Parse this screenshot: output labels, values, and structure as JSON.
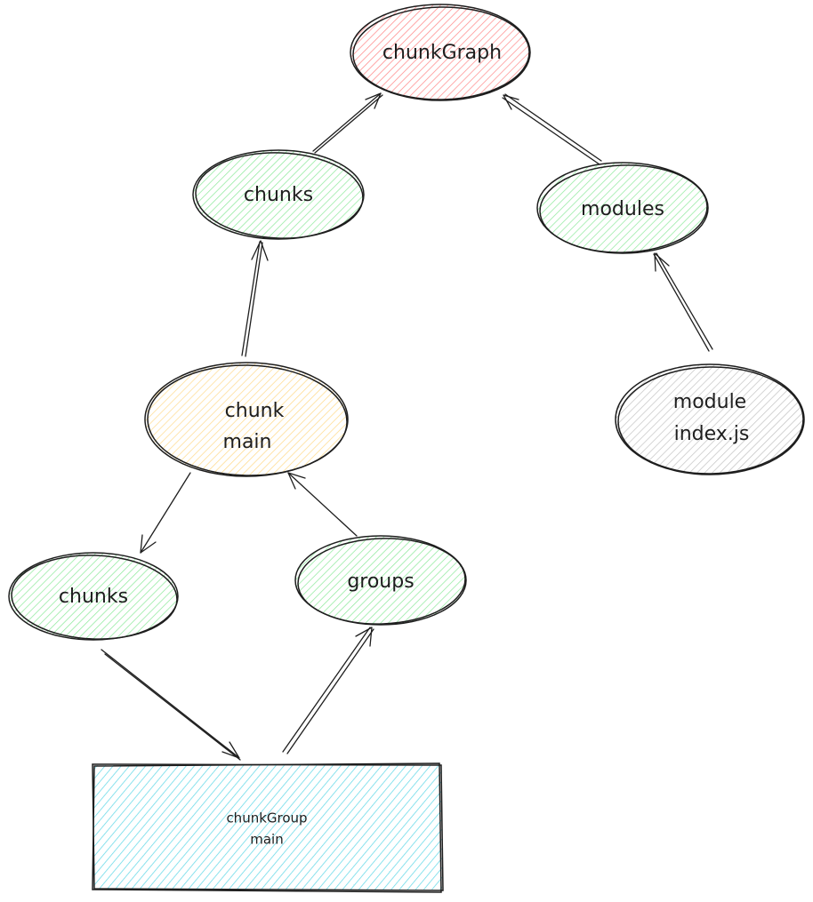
{
  "colors": {
    "red": "#ff8787",
    "green": "#8ce99a",
    "yellow": "#ffd98a",
    "gray": "#c2c2c2",
    "blue": "#66d9e8",
    "stroke": "#1e1e1e"
  },
  "nodes": {
    "chunkGraph": {
      "label": "chunkGraph"
    },
    "chunks_top": {
      "label": "chunks"
    },
    "modules": {
      "label": "modules"
    },
    "chunk_main": {
      "line1": "chunk",
      "line2": "main"
    },
    "module_index": {
      "line1": "module",
      "line2": "index.js"
    },
    "chunks_bottom": {
      "label": "chunks"
    },
    "groups": {
      "label": "groups"
    },
    "chunkGroup_main": {
      "line1": "chunkGroup",
      "line2": "main"
    }
  }
}
